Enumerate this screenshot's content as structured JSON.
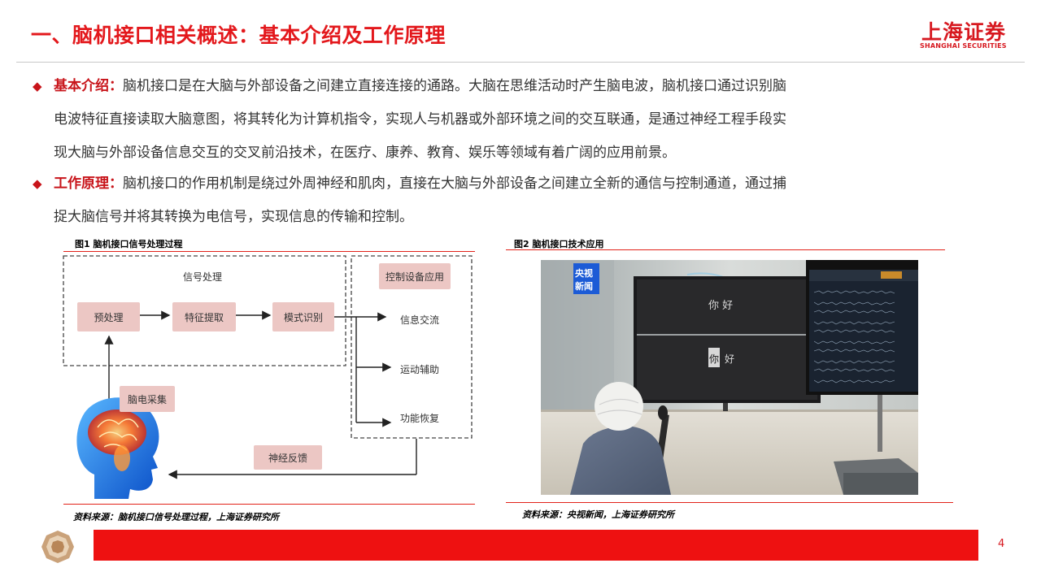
{
  "header": {
    "title": "一、脑机接口相关概述：基本介绍及工作原理",
    "logo_cn": "上海证券",
    "logo_en": "SHANGHAI SECURITIES"
  },
  "bullets": [
    {
      "label": "基本介绍：",
      "lines": [
        "脑机接口是在大脑与外部设备之间建立直接连接的通路。大脑在思维活动时产生脑电波，脑机接口通过识别脑",
        "电波特征直接读取大脑意图，将其转化为计算机指令，实现人与机器或外部环境之间的交互联通，是通过神经工程手段实",
        "现大脑与外部设备信息交互的交叉前沿技术，在医疗、康养、教育、娱乐等领域有着广阔的应用前景。"
      ]
    },
    {
      "label": "工作原理：",
      "lines": [
        "脑机接口的作用机制是绕过外周神经和肌肉，直接在大脑与外部设备之间建立全新的通信与控制通道，通过捕",
        "捉大脑信号并将其转换为电信号，实现信息的传输和控制。"
      ]
    }
  ],
  "figure1": {
    "title": "图1 脑机接口信号处理过程",
    "signal_processing": "信号处理",
    "preprocess": "预处理",
    "feature_extract": "特征提取",
    "pattern_recog": "模式识别",
    "control_device": "控制设备应用",
    "info_exchange": "信息交流",
    "motion_assist": "运动辅助",
    "function_recovery": "功能恢复",
    "eeg_collect": "脑电采集",
    "neural_feedback": "神经反馈",
    "source": "资料来源：脑机接口信号处理过程，上海证券研究所"
  },
  "figure2": {
    "title": "图2 脑机接口技术应用",
    "badge_top": "央视",
    "badge_bottom": "新闻",
    "screen_text_1": "你 好",
    "screen_text_2a": "你",
    "screen_text_2b": "好",
    "source": "资料来源：央视新闻，上海证券研究所"
  },
  "footer": {
    "page": "4"
  },
  "colors": {
    "accent": "#e3181c",
    "pink": "#ecc7c4",
    "footer_bar": "#ee1111"
  }
}
